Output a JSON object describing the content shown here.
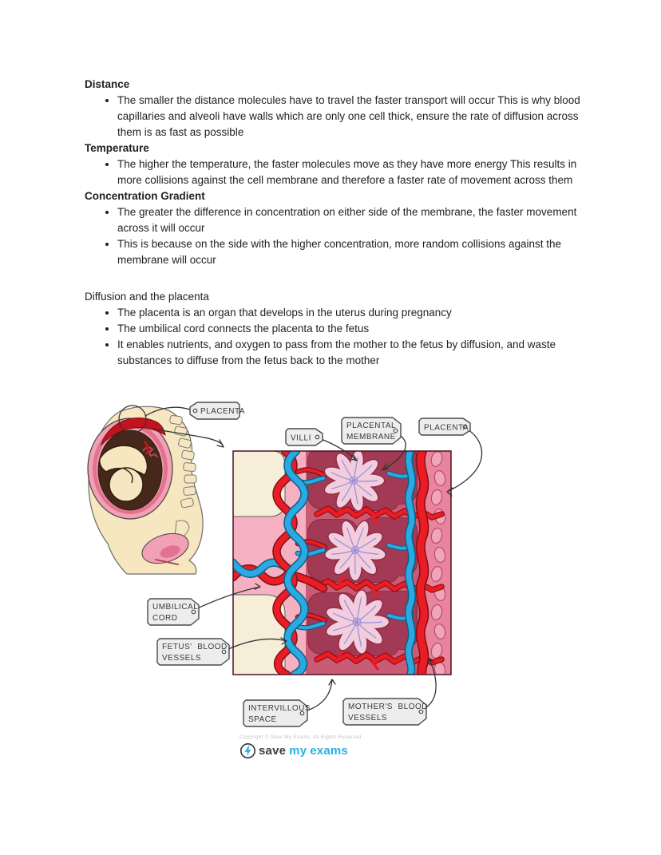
{
  "content": {
    "sections": [
      {
        "heading": "Distance",
        "bold": true,
        "gap_before": false,
        "bullets": [
          "The smaller the distance molecules have to travel the faster transport will occur This is why blood capillaries and alveoli have walls which are only one cell thick, ensure the rate of diffusion across them is as fast as possible"
        ]
      },
      {
        "heading": "Temperature",
        "bold": true,
        "gap_before": false,
        "bullets": [
          "The higher the temperature, the faster molecules move as they have more energy This results in more collisions against the cell membrane and therefore a faster rate of movement across them"
        ]
      },
      {
        "heading": "Concentration Gradient",
        "bold": true,
        "gap_before": false,
        "bullets": [
          "The greater the difference in concentration on either side of the membrane, the faster movement across it will occur",
          "This is because on the side with the higher concentration, more random collisions against the membrane will occur"
        ]
      },
      {
        "heading": "Diffusion and the placenta",
        "bold": false,
        "gap_before": true,
        "bullets": [
          "The placenta is an organ that develops in the uterus during pregnancy",
          "The umbilical cord connects the placenta to the fetus",
          "It enables nutrients, and oxygen to pass from the mother to the fetus by diffusion, and waste substances to diffuse from the fetus back to the mother"
        ]
      }
    ]
  },
  "diagram": {
    "tags": [
      {
        "id": "placenta-left",
        "lines": [
          "PLACENTA"
        ]
      },
      {
        "id": "villi",
        "lines": [
          "VILLI"
        ]
      },
      {
        "id": "placental-membrane",
        "lines": [
          "PLACENTAL",
          "MEMBRANE"
        ]
      },
      {
        "id": "placenta-right",
        "lines": [
          "PLACENTA"
        ]
      },
      {
        "id": "umbilical-cord",
        "lines": [
          "UMBILICAL",
          "CORD"
        ]
      },
      {
        "id": "fetus-blood-vessels",
        "lines": [
          "FETUS'  BLOOD",
          "VESSELS"
        ]
      },
      {
        "id": "intervillous-space",
        "lines": [
          "INTERVILLOUS",
          "SPACE"
        ]
      },
      {
        "id": "mothers-blood-vessels",
        "lines": [
          "MOTHER'S  BLOOD",
          "VESSELS"
        ]
      }
    ],
    "colors": {
      "artery_red": "#ec1c24",
      "vein_blue": "#29aae1",
      "intervillous_maroon": "#a23a55",
      "villus_pink": "#f2cddd",
      "fetal_cream": "#f7eeda",
      "background_pink": "#f5b0c1",
      "uterine_wall_pink": "#e8849c"
    }
  },
  "footer": {
    "copyright": "Copyright © Save My Exams. All Rights Reserved",
    "logo": {
      "save": "save",
      "my": "my",
      "exams": "exams"
    }
  }
}
